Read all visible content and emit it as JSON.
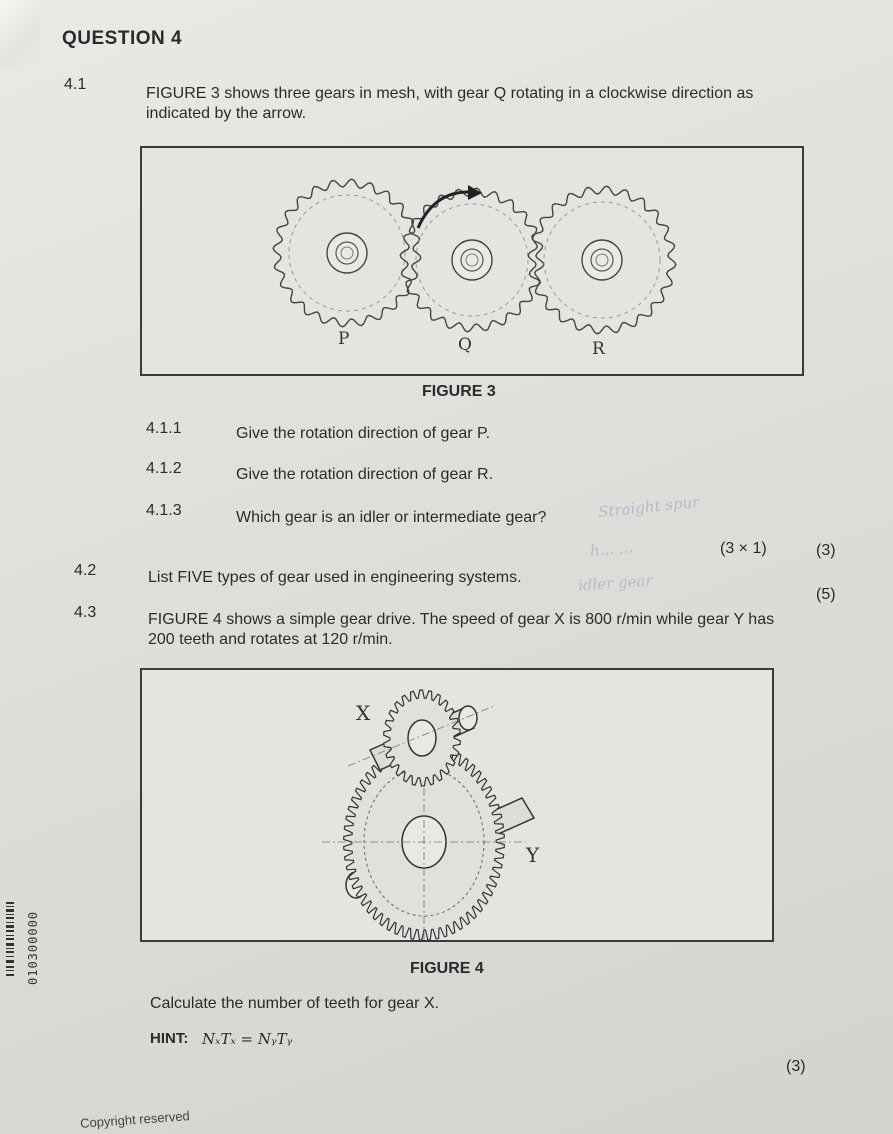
{
  "question": {
    "title": "QUESTION 4"
  },
  "q41": {
    "number": "4.1",
    "text": "FIGURE 3 shows three gears in mesh, with gear Q rotating in a clockwise direction as indicated by the arrow.",
    "figure": {
      "caption": "FIGURE 3",
      "labels": {
        "p": "P",
        "q": "Q",
        "r": "R"
      }
    },
    "subquestions": [
      {
        "number": "4.1.1",
        "text": "Give the rotation direction of gear P."
      },
      {
        "number": "4.1.2",
        "text": "Give the rotation direction of gear R."
      },
      {
        "number": "4.1.3",
        "text": "Which gear is an idler or intermediate gear?"
      }
    ],
    "marks_formula": "(3 × 1)",
    "marks": "(3)"
  },
  "handwriting": {
    "answer_1": "Straight spur",
    "answer_2": "h... ...",
    "answer_3": "idler gear"
  },
  "q42": {
    "number": "4.2",
    "text": "List FIVE types of gear used in engineering systems.",
    "marks": "(5)"
  },
  "q43": {
    "number": "4.3",
    "text": "FIGURE 4 shows a simple gear drive. The speed of gear X is 800 r/min while gear Y has 200 teeth and rotates at 120 r/min.",
    "figure": {
      "caption": "FIGURE 4",
      "labels": {
        "x": "X",
        "y": "Y"
      }
    },
    "instruction": "Calculate the number of teeth for gear X.",
    "hint_label": "HINT:",
    "hint_formula": "NₓTₓ = NᵧTᵧ",
    "marks": "(3)"
  },
  "footer": {
    "copyright": "Copyright reserved",
    "barcode_text": "010300000"
  }
}
